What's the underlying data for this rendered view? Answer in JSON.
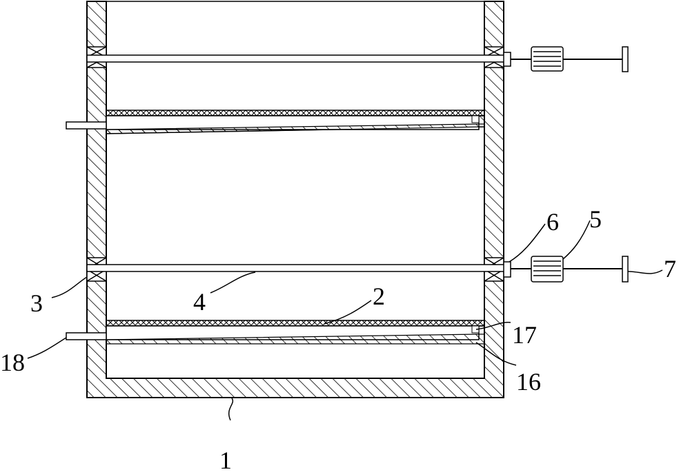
{
  "diagram": {
    "labels": {
      "l1": "1",
      "l2": "2",
      "l3": "3",
      "l4": "4",
      "l5": "5",
      "l6": "6",
      "l7": "7",
      "l16": "16",
      "l17": "17",
      "l18": "18"
    }
  },
  "colors": {
    "line": "#000000",
    "background": "#ffffff"
  }
}
